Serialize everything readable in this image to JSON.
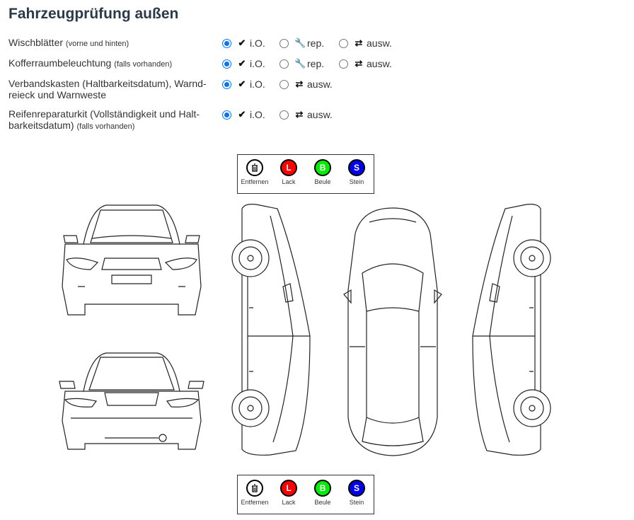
{
  "page": {
    "title": "Fahrzeugprüfung außen"
  },
  "checks": [
    {
      "label": "Wischblätter",
      "note": "(vorne und hinten)",
      "selected": "io",
      "options": [
        {
          "key": "io",
          "icon": "check-icon",
          "label": "i.O."
        },
        {
          "key": "rep",
          "icon": "wrench-icon",
          "label": "rep."
        },
        {
          "key": "ausw",
          "icon": "swap-icon",
          "label": "ausw."
        }
      ]
    },
    {
      "label": "Kofferraumbeleuchtung",
      "note": "(falls vorhanden)",
      "selected": "io",
      "options": [
        {
          "key": "io",
          "icon": "check-icon",
          "label": "i.O."
        },
        {
          "key": "rep",
          "icon": "wrench-icon",
          "label": "rep."
        },
        {
          "key": "ausw",
          "icon": "swap-icon",
          "label": "ausw."
        }
      ]
    },
    {
      "label_line1": "Verbandskasten (Haltbarkeitsdatum), Warnd-",
      "label_line2": "reieck und Warnweste",
      "selected": "io",
      "options": [
        {
          "key": "io",
          "icon": "check-icon",
          "label": "i.O."
        },
        {
          "key": "ausw",
          "icon": "swap-icon",
          "label": "ausw."
        }
      ]
    },
    {
      "label_line1": "Reifenreparaturkit (Vollständigkeit und Halt-",
      "label_line2": "barkeitsdatum)",
      "note": "(falls vorhanden)",
      "selected": "io",
      "options": [
        {
          "key": "io",
          "icon": "check-icon",
          "label": "i.O."
        },
        {
          "key": "ausw",
          "icon": "swap-icon",
          "label": "ausw."
        }
      ]
    }
  ],
  "damage_tools": [
    {
      "name": "Entfernen",
      "symbol": "trash-icon",
      "color": "#ffffff"
    },
    {
      "name": "Lack",
      "symbol": "L",
      "color": "#ff0000"
    },
    {
      "name": "Beule",
      "symbol": "B",
      "color": "#00ee00"
    },
    {
      "name": "Stein",
      "symbol": "S",
      "color": "#0000ee"
    }
  ]
}
